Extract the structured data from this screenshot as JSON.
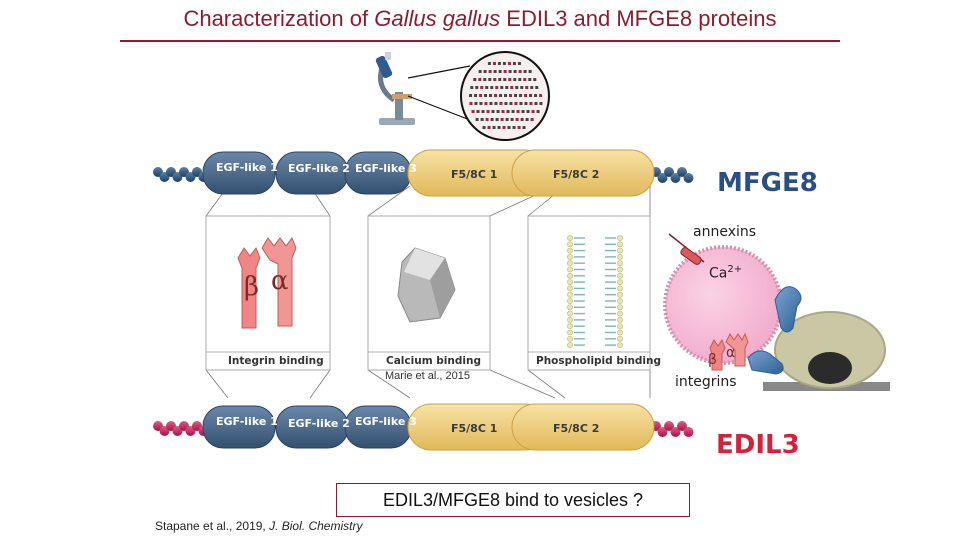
{
  "slide": {
    "title_parts": [
      "Characterization of ",
      "Gallus gallus",
      " EDIL3 and MFGE8 proteins"
    ]
  },
  "mfge8": {
    "name": "MFGE8",
    "color": "#2a4f86",
    "domains": [
      "EGF-like 1",
      "EGF-like 2",
      "EGF-like 3",
      "F5/8C 1",
      "F5/8C 2"
    ]
  },
  "edil3": {
    "name": "EDIL3",
    "color": "#d3223b",
    "domains": [
      "EGF-like 1",
      "EGF-like 2",
      "EGF-like 3",
      "F5/8C 1",
      "F5/8C 2"
    ]
  },
  "panels": {
    "integrin": {
      "caption": "Integrin binding",
      "beta": "β",
      "alpha": "α"
    },
    "calcium": {
      "caption": "Calcium binding",
      "ref": "Marie et al., 2015"
    },
    "phospholipid": {
      "caption": "Phospholipid binding"
    }
  },
  "vesicle": {
    "annexins": "annexins",
    "ca": "Ca",
    "ca_charge": "2+",
    "beta": "β",
    "alpha": "α",
    "integrins": "integrins"
  },
  "box": {
    "text": "EDIL3/MFGE8 bind to vesicles ?"
  },
  "citation": {
    "authors": "Stapane et al., 2019, ",
    "journal": "J. Biol. Chemistry"
  },
  "colors": {
    "title": "#8b1e2e",
    "egf_domain": "#4b6a8f",
    "f58c_domain": "#f0cf7a",
    "integrin": "#ef8585",
    "vesicle": "#f4b6d2"
  }
}
